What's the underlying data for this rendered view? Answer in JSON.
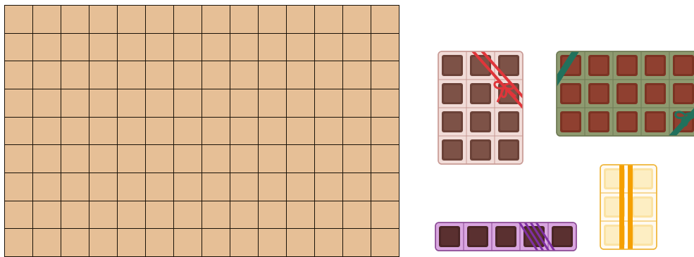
{
  "board": {
    "columns": 14,
    "rows": 9,
    "cell_color": "#e6bf96",
    "line_color": "#1a1208"
  },
  "pieces": [
    {
      "name": "chocolate-bar-milk-red-ribbon",
      "cols": 3,
      "rows": 4,
      "wrapper_color": "#f1dcd8",
      "wrapper_border": "#c99b96",
      "square_color": "#6b4238",
      "square_highlight": "#7d5247",
      "ribbon_color": "#e0353a",
      "ribbon": "diagonal-bow"
    },
    {
      "name": "chocolate-bar-green-ribbon",
      "cols": 5,
      "rows": 3,
      "wrapper_color": "#8e9a70",
      "wrapper_border": "#6e7a54",
      "square_color": "#7c3323",
      "square_highlight": "#8f4030",
      "ribbon_color": "#21715c",
      "ribbon": "corner-bow"
    },
    {
      "name": "chocolate-bar-white-orange-ribbon",
      "cols": 2,
      "rows": 3,
      "wrapper_color": "#fffaf0",
      "wrapper_border": "#efb63a",
      "square_color": "#fbe3a4",
      "square_highlight": "#fdeec3",
      "ribbon_color": "#f5a000",
      "ribbon": "vertical-stripes"
    },
    {
      "name": "chocolate-bar-dark-purple-ribbon",
      "cols": 5,
      "rows": 1,
      "wrapper_color": "#d9a6e0",
      "wrapper_border": "#8b4b95",
      "square_color": "#4a2626",
      "square_highlight": "#5a3030",
      "ribbon_color": "#7f2fa3",
      "ribbon": "diagonal-stripes"
    }
  ]
}
